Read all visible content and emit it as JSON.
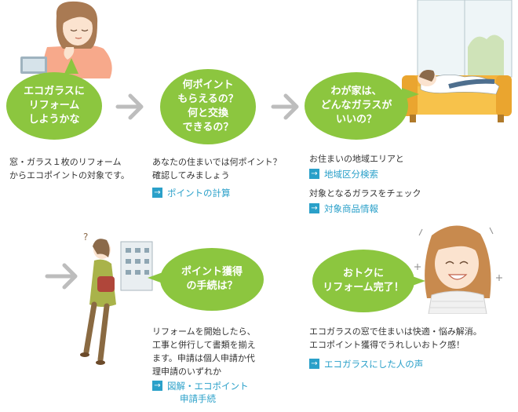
{
  "steps": [
    {
      "bubble": [
        "エコガラスに",
        "リフォーム",
        "しようかな"
      ],
      "desc": [
        "窓・ガラス１枚のリフォーム",
        "からエコポイントの対象です。"
      ]
    },
    {
      "bubble": [
        "何ポイント",
        "もらえるの？",
        "何と交換",
        "できるの？"
      ],
      "desc": [
        "あなたの住まいでは何ポイント？",
        "確認してみましょう"
      ],
      "link": "ポイントの計算"
    },
    {
      "bubble": [
        "わが家は、",
        "どんなガラスが",
        "いいの？"
      ],
      "desc1": "お住まいの地域エリアと",
      "link1": "地域区分検索",
      "desc2": "対象となるガラスをチェック",
      "link2": "対象商品情報"
    },
    {
      "bubble": [
        "ポイント獲得",
        "の手続は？"
      ],
      "desc": [
        "リフォームを開始したら、",
        "工事と併行して書類を揃え",
        "ます。申請は個人申請か代",
        "理申請のいずれか"
      ],
      "link": [
        "図解・エコポイント",
        "申請手続"
      ]
    },
    {
      "bubble": [
        "おトクに",
        "リフォーム完了！"
      ],
      "desc": [
        "エコガラスの窓で住まいは快適・悩み解消。",
        "エコポイント獲得でうれしいおトク感！"
      ],
      "link": "エコガラスにした人の声"
    }
  ],
  "colors": {
    "bubble": "#8cc63f",
    "link": "#2aa0c9",
    "arrow": "#bdbdbd"
  },
  "icons": {
    "link_arrow": "→"
  }
}
